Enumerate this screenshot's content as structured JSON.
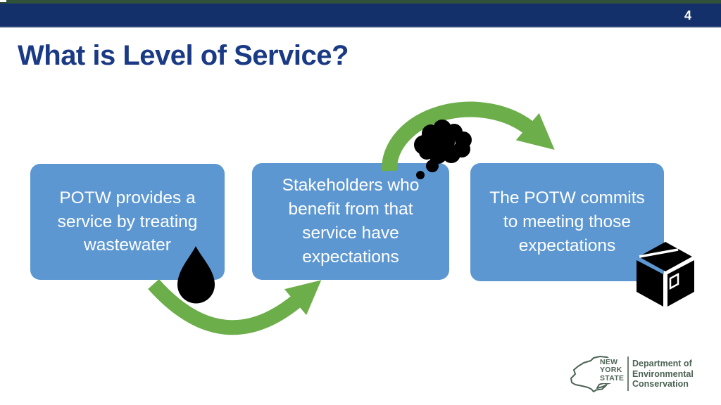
{
  "slide": {
    "page_number": "4",
    "title": "What is Level of Service?"
  },
  "boxes": [
    {
      "text": "POTW provides a\nservice by treating\nwastewater"
    },
    {
      "text": "Stakeholders who\nbenefit from that\nservice have\nexpectations"
    },
    {
      "text": "The POTW commits\nto meeting those\nexpectations"
    }
  ],
  "icons": {
    "droplet": "water-droplet-icon",
    "thought_cloud": "thought-cloud-icon",
    "package_box": "package-box-icon",
    "state_outline": "new-york-state-outline-icon"
  },
  "colors": {
    "top_strip_green": "#31523A",
    "header_navy": "#13306B",
    "title_navy": "#1A3A85",
    "box_blue": "#5D97D2",
    "arrow_green": "#6CAE4A",
    "icon_black": "#000000",
    "logo_green": "#4C6354"
  },
  "logo": {
    "state_lines": [
      "NEW",
      "YORK",
      "STATE"
    ],
    "department_lines": [
      "Department of",
      "Environmental",
      "Conservation"
    ]
  }
}
